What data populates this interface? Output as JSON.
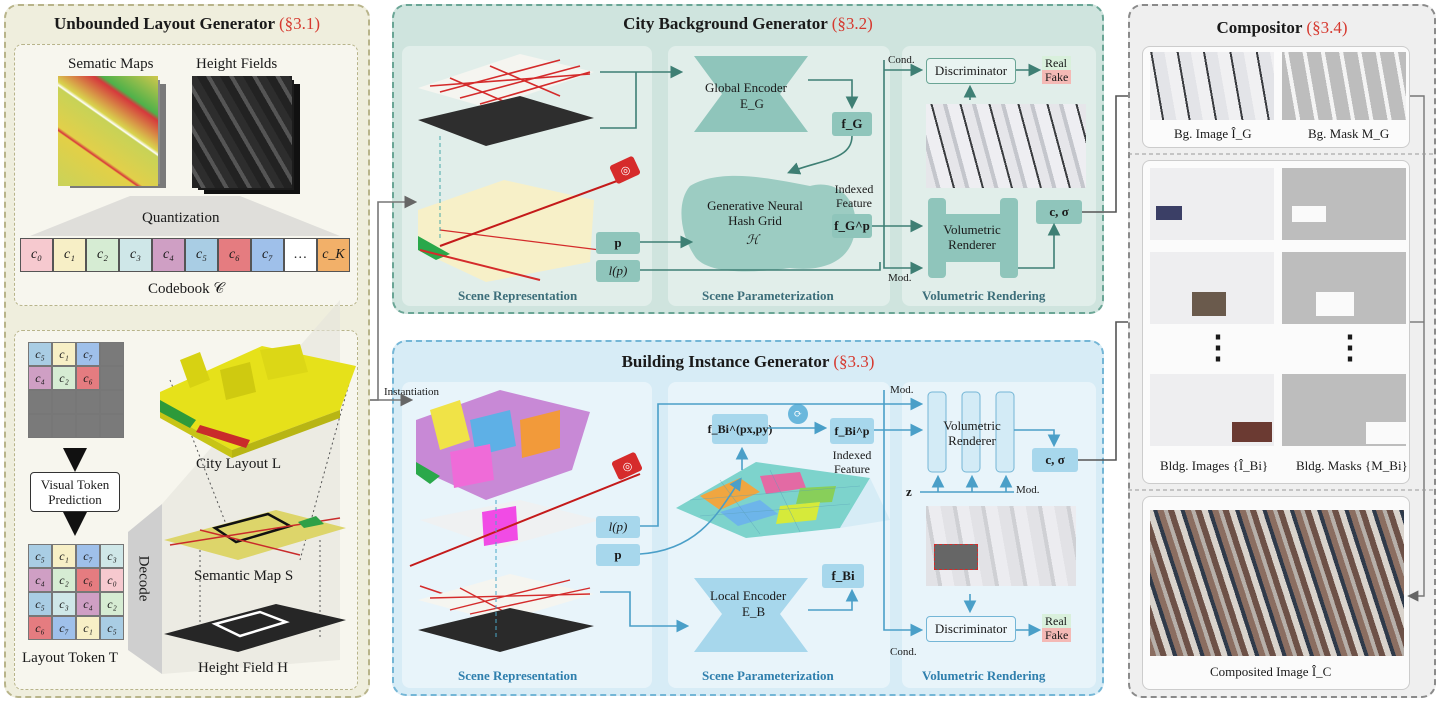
{
  "panels": {
    "ulg": {
      "title": "Unbounded Layout Generator",
      "ref": "(§3.1)"
    },
    "cbg": {
      "title": "City Background Generator",
      "ref": "(§3.2)"
    },
    "big": {
      "title": "Building Instance Generator",
      "ref": "(§3.3)"
    },
    "comp": {
      "title": "Compositor",
      "ref": "(§3.4)"
    }
  },
  "ulg": {
    "semantic_maps": "Sematic Maps",
    "height_fields": "Height Fields",
    "quantization": "Quantization",
    "codebook_tokens": [
      "c₀",
      "c₁",
      "c₂",
      "c₃",
      "c₄",
      "c₅",
      "c₆",
      "c₇",
      "…",
      "c_K"
    ],
    "codebook_label": "Codebook 𝒞",
    "grid_tokens_top": [
      "c₅",
      "c₁",
      "c₇",
      "",
      "c₄",
      "c₂",
      "c₆",
      ""
    ],
    "visual_token_prediction": "Visual Token Prediction",
    "grid_tokens_bottom": [
      "c₅",
      "c₁",
      "c₇",
      "c₃",
      "c₄",
      "c₂",
      "c₆",
      "c₀",
      "c₅",
      "c₃",
      "c₄",
      "c₂",
      "c₆",
      "c₇",
      "c₁",
      "c₅"
    ],
    "layout_token": "Layout Token T",
    "decode": "Decode",
    "city_layout": "City Layout L",
    "semantic_map": "Semantic Map S",
    "height_field": "Height Field H",
    "instantiation": "Instantiation"
  },
  "cbg": {
    "global_encoder": "Global Encoder",
    "global_encoder_sub": "E_G",
    "f_g": "f_G",
    "hash_grid": "Generative Neural Hash Grid",
    "hash_grid_sym": "ℋ",
    "indexed_feature": "Indexed Feature",
    "f_g_p": "f_G^p",
    "p": "p",
    "l_p": "l(p)",
    "cond": "Cond.",
    "mod": "Mod.",
    "discriminator": "Discriminator",
    "real": "Real",
    "fake": "Fake",
    "volumetric_renderer": "Volumetric Renderer",
    "c_sigma": "c, σ",
    "scene_representation": "Scene Representation",
    "scene_parameterization": "Scene Parameterization",
    "volumetric_rendering": "Volumetric Rendering"
  },
  "big": {
    "f_b_pxpy": "f_Bi^(px,py)",
    "f_b_p": "f_Bi^p",
    "indexed_feature": "Indexed Feature",
    "l_p": "l(p)",
    "p": "p",
    "local_encoder": "Local Encoder",
    "local_encoder_sub": "E_B",
    "f_b": "f_Bi",
    "mod": "Mod.",
    "mod2": "Mod.",
    "cond": "Cond.",
    "z": "z",
    "volumetric_renderer": "Volumetric Renderer",
    "c_sigma": "c, σ",
    "discriminator": "Discriminator",
    "real": "Real",
    "fake": "Fake",
    "scene_representation": "Scene Representation",
    "scene_parameterization": "Scene Parameterization",
    "volumetric_rendering": "Volumetric Rendering"
  },
  "comp": {
    "bg_image": "Bg. Image Î_G",
    "bg_mask": "Bg. Mask M_G",
    "bldg_images": "Bldg. Images {Î_Bi}",
    "bldg_masks": "Bldg. Masks {M_Bi}",
    "composited_image": "Composited Image Î_C",
    "dots": "⋮"
  },
  "colors": {
    "ulg_bg": "#efeedd",
    "ulg_border": "#b8b48a",
    "cbg_bg": "#cfe4de",
    "cbg_border": "#6aa595",
    "big_bg": "#d7ecf6",
    "big_border": "#74b6d6",
    "comp_bg": "#efefef",
    "comp_border": "#8a8a8a",
    "teal_box": "#8fc5bb",
    "blue_box": "#a7d7ec",
    "accent_red": "#d6392f"
  }
}
